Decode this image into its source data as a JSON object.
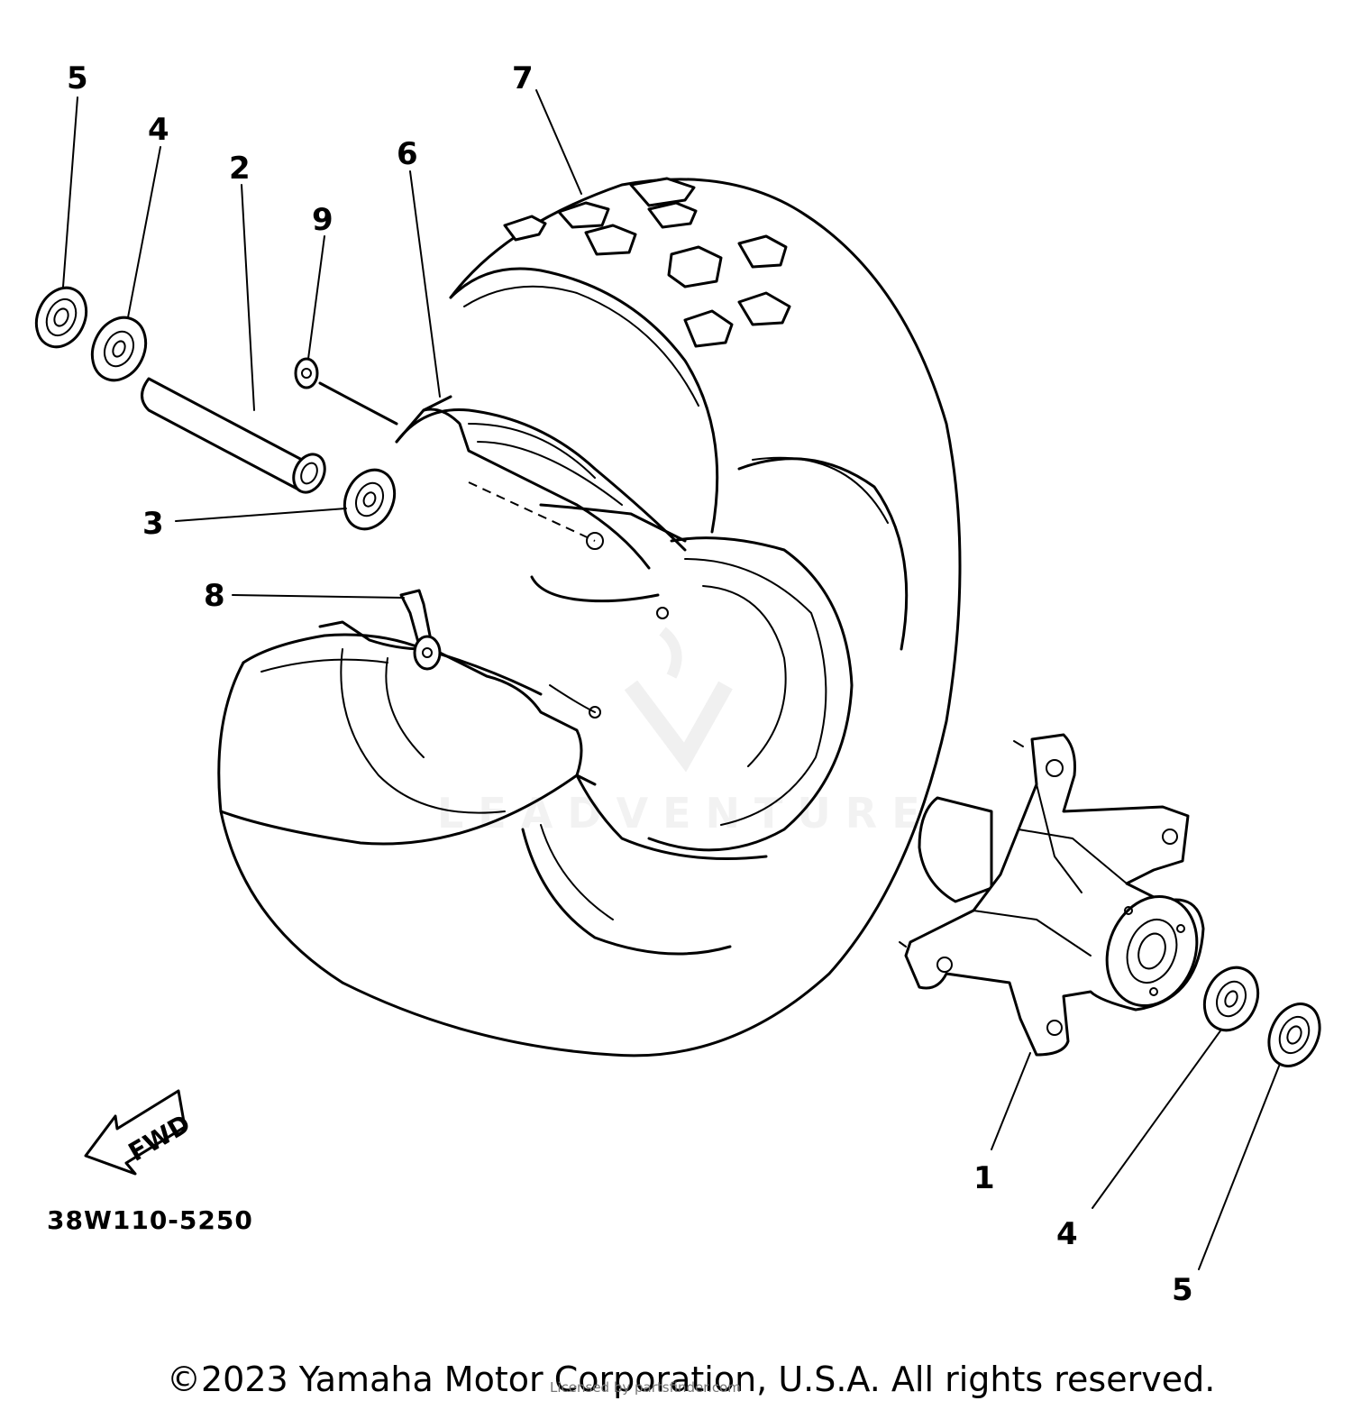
{
  "diagram": {
    "part_code": "38W110-5250",
    "direction_label": "FWD",
    "watermark": "LEADVENTURE",
    "callouts": [
      {
        "id": "c5-top",
        "label": "5"
      },
      {
        "id": "c4-top",
        "label": "4"
      },
      {
        "id": "c2",
        "label": "2"
      },
      {
        "id": "c9",
        "label": "9"
      },
      {
        "id": "c6",
        "label": "6"
      },
      {
        "id": "c7",
        "label": "7"
      },
      {
        "id": "c3",
        "label": "3"
      },
      {
        "id": "c8",
        "label": "8"
      },
      {
        "id": "c1",
        "label": "1"
      },
      {
        "id": "c4-bottom",
        "label": "4"
      },
      {
        "id": "c5-bottom",
        "label": "5"
      }
    ]
  },
  "footer": {
    "copyright": "©2023 Yamaha Motor Corporation, U.S.A. All rights reserved.",
    "overlay_note": "Licensed by partsfinder.com"
  }
}
